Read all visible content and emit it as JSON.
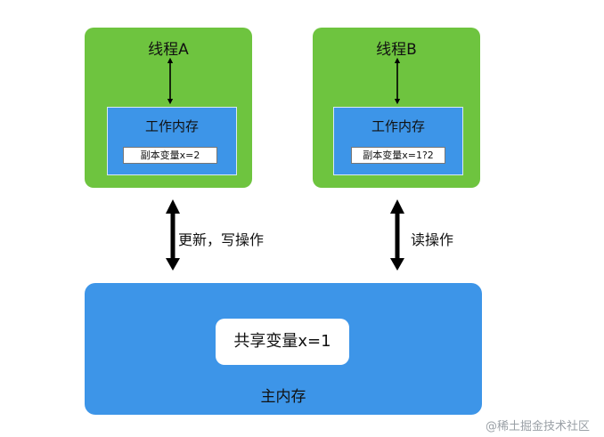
{
  "thread_a": {
    "title": "线程A",
    "work_memory": "工作内存",
    "copy": "副本变量x=2"
  },
  "thread_b": {
    "title": "线程B",
    "work_memory": "工作内存",
    "copy": "副本变量x=1?2"
  },
  "main_memory": {
    "title": "主内存",
    "shared": "共享变量x=1"
  },
  "operations": {
    "a": "更新，写操作",
    "b": "读操作"
  },
  "watermark": "@稀土掘金技术社区",
  "colors": {
    "thread": "#6ec43f",
    "memory": "#3d95e8",
    "arrow": "#000000"
  }
}
